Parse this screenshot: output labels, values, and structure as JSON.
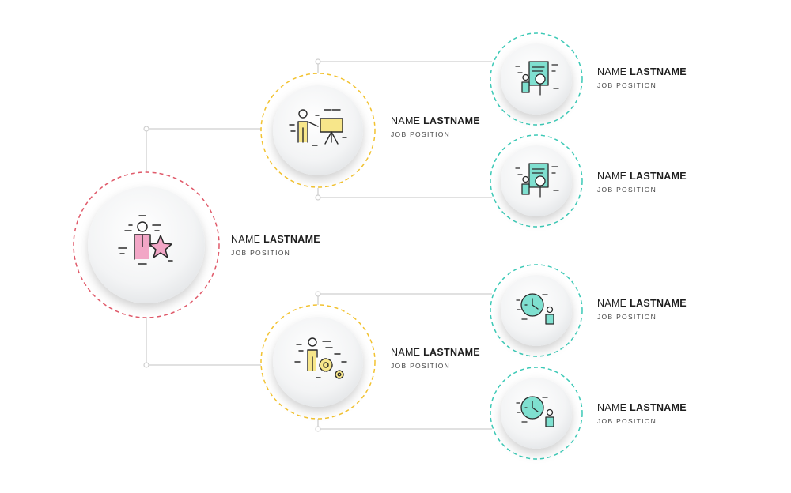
{
  "colors": {
    "connector": "#cfcfcf",
    "root_ring": "#e05a6a",
    "manager_ring": "#f2c230",
    "staff_ring": "#3cc9b6",
    "accent_pink": "#f2a6c6",
    "accent_yellow": "#f7e68a",
    "accent_teal": "#7fe0d0",
    "icon_line": "#2a2a2a"
  },
  "nodes": [
    {
      "id": "root",
      "level": "root",
      "icon": "person-star-icon",
      "first": "NAME",
      "last": "LASTNAME",
      "position": "JOB POSITION"
    },
    {
      "id": "mgr1",
      "level": "manager",
      "icon": "presentation-board-icon",
      "first": "NAME",
      "last": "LASTNAME",
      "position": "JOB POSITION"
    },
    {
      "id": "mgr2",
      "level": "manager",
      "icon": "person-gears-icon",
      "first": "NAME",
      "last": "LASTNAME",
      "position": "JOB POSITION"
    },
    {
      "id": "staff1",
      "level": "staff",
      "icon": "document-search-icon",
      "first": "NAME",
      "last": "LASTNAME",
      "position": "JOB POSITION"
    },
    {
      "id": "staff2",
      "level": "staff",
      "icon": "document-search-icon",
      "first": "NAME",
      "last": "LASTNAME",
      "position": "JOB POSITION"
    },
    {
      "id": "staff3",
      "level": "staff",
      "icon": "clock-person-icon",
      "first": "NAME",
      "last": "LASTNAME",
      "position": "JOB POSITION"
    },
    {
      "id": "staff4",
      "level": "staff",
      "icon": "clock-person-icon",
      "first": "NAME",
      "last": "LASTNAME",
      "position": "JOB POSITION"
    }
  ]
}
